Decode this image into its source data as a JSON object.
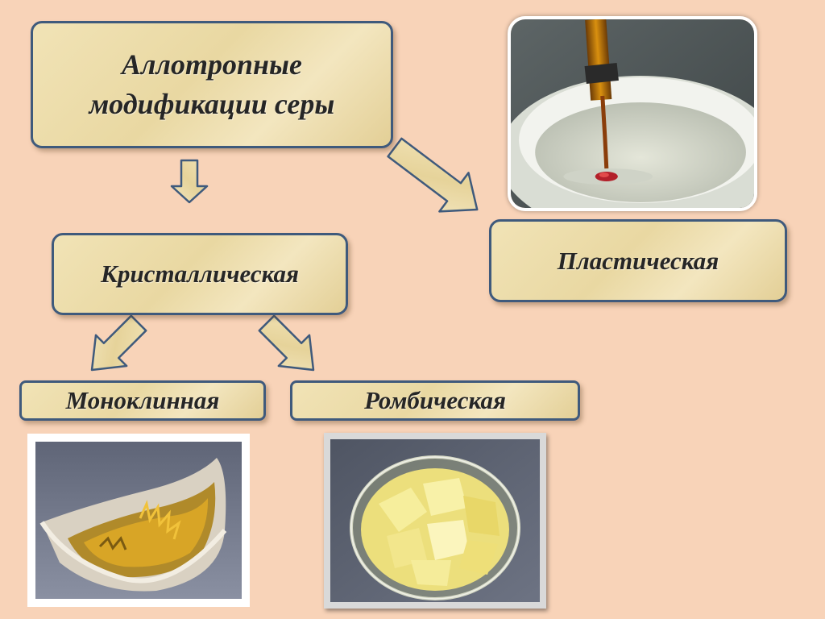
{
  "diagram": {
    "title": {
      "line1": "Аллотропные",
      "line2": "модификации серы"
    },
    "crystalline": "Кристаллическая",
    "plastic": "Пластическая",
    "monoclinic": "Моноклинная",
    "rhombic": "Ромбическая"
  },
  "colors": {
    "background": "#f8d3b8",
    "box_border": "#3f5a7c",
    "box_fill": "#ecdcaa",
    "text": "#262626"
  }
}
